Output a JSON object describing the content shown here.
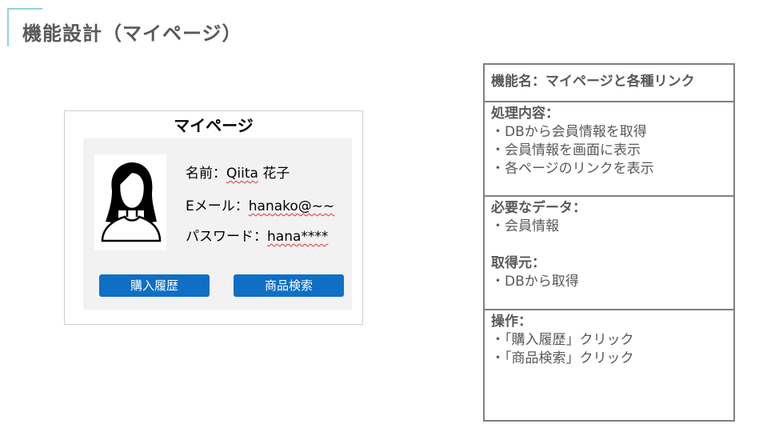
{
  "slide": {
    "title": "機能設計（マイページ）"
  },
  "mockup": {
    "title": "マイページ",
    "avatar_icon": "user-avatar-icon",
    "fields": {
      "name_label": "名前：",
      "name_value": "Qiita",
      "name_rest": " 花子",
      "email_label": "Eメール：",
      "email_value": "hanako@~~",
      "password_label": "パスワード：",
      "password_value": "hana****"
    },
    "buttons": {
      "purchase_history": "購入履歴",
      "product_search": "商品検索"
    },
    "colors": {
      "button": "#0e6fc5",
      "panel": "#f2f2f2"
    }
  },
  "spec": {
    "function_name": "機能名：マイページと各種リンク",
    "processing": {
      "heading": "処理内容：",
      "items": [
        "・DBから会員情報を取得",
        "・会員情報を画面に表示",
        "・各ページのリンクを表示"
      ]
    },
    "data": {
      "heading": "必要なデータ：",
      "items": [
        "・会員情報"
      ],
      "source_heading": "取得元：",
      "source_items": [
        "・DBから取得"
      ]
    },
    "operations": {
      "heading": "操作：",
      "items": [
        "・「購入履歴」クリック",
        "・「商品検索」クリック"
      ]
    }
  }
}
